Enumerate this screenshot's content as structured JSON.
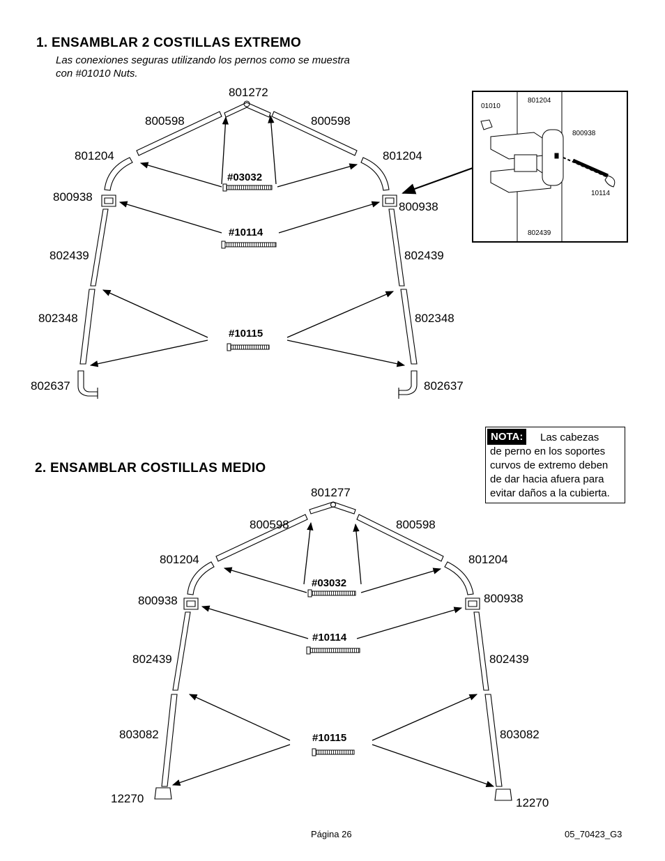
{
  "section1": {
    "title": "1. ENSAMBLAR 2 COSTILLAS EXTREMO",
    "subtitle_line1": "Las conexiones seguras utilizando los pernos como se muestra",
    "subtitle_line2": "con #01010 Nuts.",
    "labels": {
      "top": "801272",
      "upper_left": "800598",
      "upper_right": "800598",
      "curve_left": "801204",
      "curve_right": "801204",
      "bracket_left": "800938",
      "bracket_right": "800938",
      "leg_left": "802439",
      "leg_right": "802439",
      "lower_left": "802348",
      "lower_right": "802348",
      "foot_left": "802637",
      "foot_right": "802637"
    },
    "bolts": {
      "a": "#03032",
      "b": "#10114",
      "c": "#10115"
    }
  },
  "detail": {
    "nut": "01010",
    "curve": "801204",
    "bracket": "800938",
    "bolt": "10114",
    "leg": "802439"
  },
  "note": {
    "tag": "NOTA:",
    "line1": "Las cabezas",
    "line2": "de perno en los soportes",
    "line3": "curvos de extremo deben",
    "line4": "de dar hacia afuera para",
    "line5": "evitar daños a la cubierta."
  },
  "section2": {
    "title": "2. ENSAMBLAR COSTILLAS MEDIO",
    "labels": {
      "top": "801277",
      "upper_left": "800598",
      "upper_right": "800598",
      "curve_left": "801204",
      "curve_right": "801204",
      "bracket_left": "800938",
      "bracket_right": "800938",
      "leg_left": "802439",
      "leg_right": "802439",
      "lower_left": "803082",
      "lower_right": "803082",
      "foot_left": "12270",
      "foot_right": "12270"
    },
    "bolts": {
      "a": "#03032",
      "b": "#10114",
      "c": "#10115"
    }
  },
  "footer": {
    "page": "Página 26",
    "code": "05_70423_G3"
  }
}
